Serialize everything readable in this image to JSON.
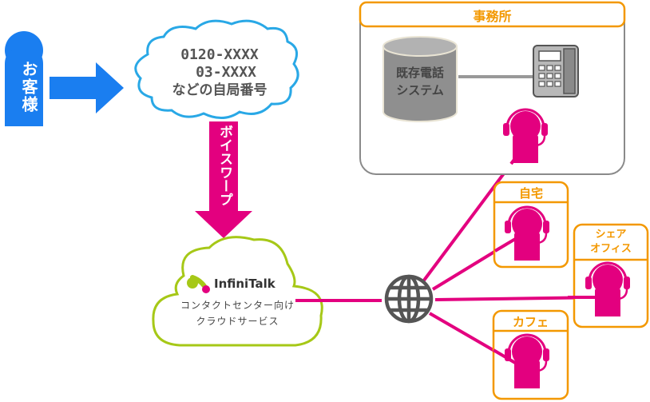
{
  "colors": {
    "customer_blue": "#1a7ef0",
    "cloud_blue_outline": "#29a8e6",
    "voicewarp_magenta": "#e3007f",
    "infinitalk_green": "#a6c817",
    "location_orange": "#f39800",
    "office_gray": "#8a8a8a",
    "globe_gray": "#555555"
  },
  "customer": {
    "label": "お客様"
  },
  "phone_cloud": {
    "line1": "0120-XXXX",
    "line2": "03-XXXX",
    "line3": "などの自局番号"
  },
  "voicewarp": {
    "label": "ボイスワープ"
  },
  "infinitalk": {
    "brand": "InfiniTalk",
    "desc_line1": "コンタクトセンター向け",
    "desc_line2": "クラウドサービス"
  },
  "office": {
    "label": "事務所",
    "legacy_system_line1": "既存電話",
    "legacy_system_line2": "システム"
  },
  "locations": [
    {
      "label": "自宅"
    },
    {
      "label_line1": "シェア",
      "label_line2": "オフィス"
    },
    {
      "label": "カフェ"
    }
  ],
  "icons": {
    "customer": "person-icon",
    "arrow": "arrow-right-icon",
    "globe": "globe-icon",
    "phone": "desk-phone-icon",
    "database": "database-icon",
    "operator": "headset-operator-icon"
  }
}
